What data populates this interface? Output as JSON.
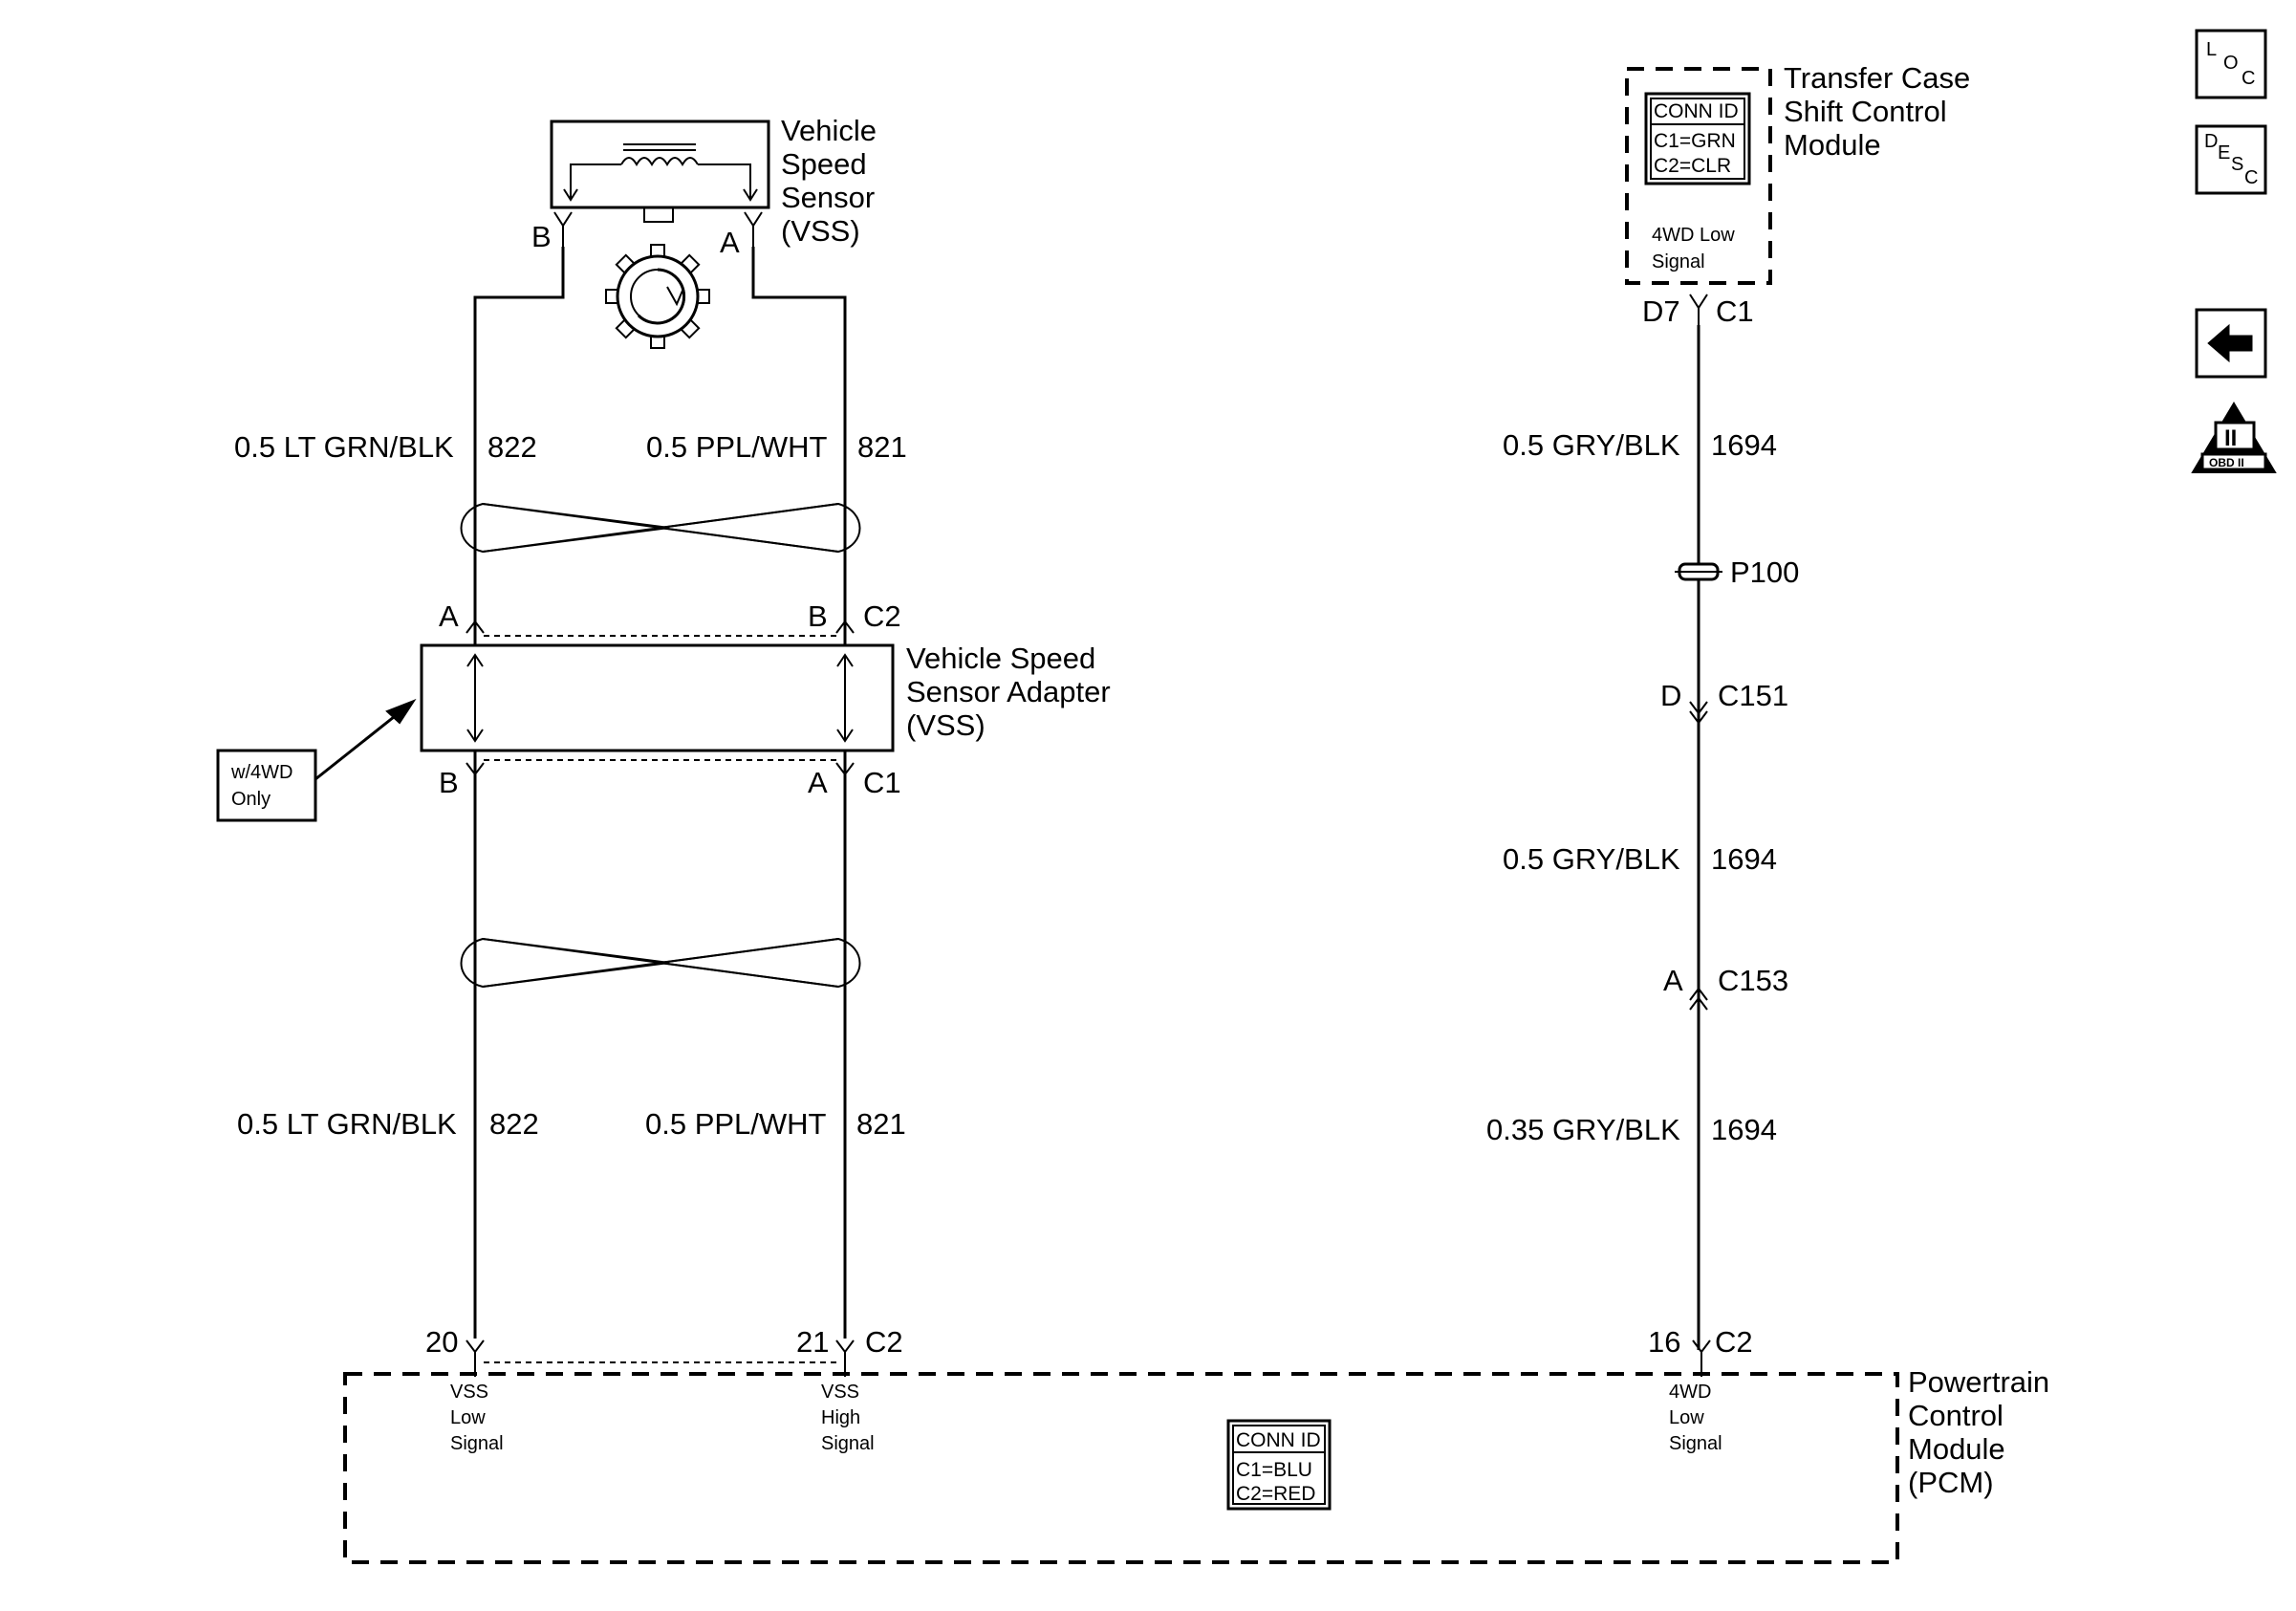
{
  "vss": {
    "name": [
      "Vehicle",
      "Speed",
      "Sensor",
      "(VSS)"
    ],
    "pin_b": "B",
    "pin_a": "A"
  },
  "upper_wires": {
    "left_label": "0.5 LT GRN/BLK",
    "left_circuit": "822",
    "right_label": "0.5 PPL/WHT",
    "right_circuit": "821"
  },
  "adapter": {
    "name": [
      "Vehicle Speed",
      "Sensor Adapter",
      "(VSS)"
    ],
    "top_left_pin": "A",
    "top_right_pin": "B",
    "top_conn": "C2",
    "bottom_left_pin": "B",
    "bottom_right_pin": "A",
    "bottom_conn": "C1",
    "note": [
      "w/4WD",
      "Only"
    ]
  },
  "lower_wires": {
    "left_label": "0.5 LT GRN/BLK",
    "left_circuit": "822",
    "right_label": "0.5 PPL/WHT",
    "right_circuit": "821"
  },
  "pcm": {
    "name": [
      "Powertrain",
      "Control",
      "Module",
      "(PCM)"
    ],
    "pin_20": "20",
    "pin_21": "21",
    "conn_left": "C2",
    "pin_16": "16",
    "conn_right": "C2",
    "vss_low": [
      "VSS",
      "Low",
      "Signal"
    ],
    "vss_high": [
      "VSS",
      "High",
      "Signal"
    ],
    "fwd_low": [
      "4WD",
      "Low",
      "Signal"
    ],
    "conn_id": {
      "title": "CONN ID",
      "c1": "C1=BLU",
      "c2": "C2=RED"
    }
  },
  "tccm": {
    "name": [
      "Transfer Case",
      "Shift Control",
      "Module"
    ],
    "conn_id": {
      "title": "CONN ID",
      "c1": "C1=GRN",
      "c2": "C2=CLR"
    },
    "signal": [
      "4WD Low",
      "Signal"
    ],
    "pin": "D7",
    "conn": "C1"
  },
  "right_circuit": {
    "wire1_label": "0.5 GRY/BLK",
    "wire1_circuit": "1694",
    "splice": "P100",
    "c151_pin": "D",
    "c151": "C151",
    "wire2_label": "0.5 GRY/BLK",
    "wire2_circuit": "1694",
    "c153_pin": "A",
    "c153": "C153",
    "wire3_label": "0.35 GRY/BLK",
    "wire3_circuit": "1694"
  },
  "nav": {
    "loc": {
      "l": "L",
      "o": "O",
      "c": "C"
    },
    "desc": {
      "d": "D",
      "e": "E",
      "s": "S",
      "c": "C"
    },
    "obd": {
      "roman": "II",
      "label": "OBD II"
    }
  }
}
